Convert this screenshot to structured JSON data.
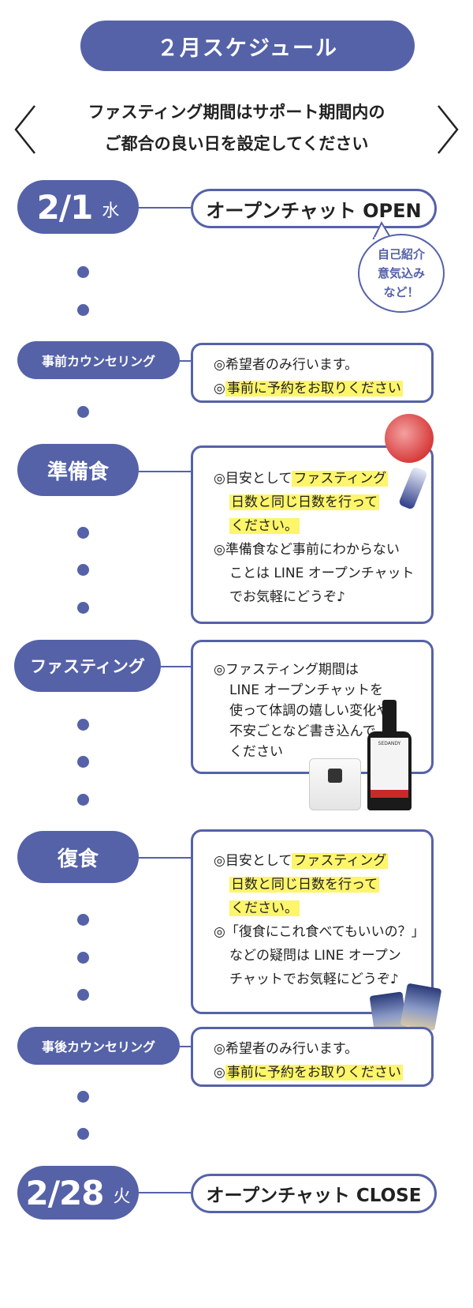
{
  "header": {
    "title": "２月スケジュール",
    "intro_line1": "ファスティング期間はサポート期間内の",
    "intro_line2": "ご都合の良い日を設定してください"
  },
  "start": {
    "date": "2/1",
    "weekday": "水",
    "label": "オープンチャット OPEN",
    "bubble": [
      "自己紹介",
      "意気込み",
      "など！"
    ]
  },
  "pre_counseling": {
    "label": "事前カウンセリング",
    "line1": "◎希望者のみ行います。",
    "line2_prefix": "◎",
    "line2_hl": "事前に予約をお取りください"
  },
  "prep": {
    "label": "準備食",
    "line1_prefix": "◎目安として",
    "line1_hl": "ファスティング",
    "line2_hl": "日数と同じ日数を行って",
    "line3_hl": "ください。",
    "line4": "◎準備食など事前にわからない",
    "line5": "ことは LINE オープンチャット",
    "line6": "でお気軽にどうぞ♪"
  },
  "fasting": {
    "label": "ファスティング",
    "line1": "◎ファスティング期間は",
    "line2": "LINE オープンチャットを",
    "line3": "使って体調の嬉しい変化や",
    "line4": "不安ごとなど書き込んで",
    "line5": "ください",
    "bottle_label": "SEDANDY"
  },
  "recovery": {
    "label": "復食",
    "line1_prefix": "◎目安として",
    "line1_hl": "ファスティング",
    "line2_hl": "日数と同じ日数を行って",
    "line3_hl": "ください。",
    "line4": "◎「復食にこれ食べてもいいの？」",
    "line5": "などの疑問は LINE オープン",
    "line6": "チャットでお気軽にどうぞ♪"
  },
  "post_counseling": {
    "label": "事後カウンセリング",
    "line1": "◎希望者のみ行います。",
    "line2_prefix": "◎",
    "line2_hl": "事前に予約をお取りください"
  },
  "end": {
    "date": "2/28",
    "weekday": "火",
    "label": "オープンチャット CLOSE"
  },
  "colors": {
    "navy": "#5562a8",
    "highlight": "#fdf56a"
  }
}
